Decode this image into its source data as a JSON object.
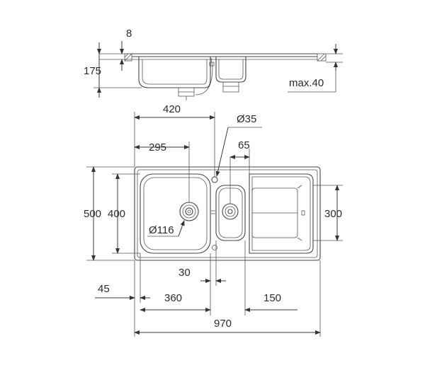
{
  "drawing": {
    "side_view": {
      "thickness_label": "8",
      "depth_label": "175",
      "tap_label": "max.40"
    },
    "top_view": {
      "main_bowl_offset_label": "420",
      "tap_hole_label": "Ø35",
      "main_drain_offset_label": "295",
      "half_bowl_width_label": "65",
      "overall_depth_label": "500",
      "bowl_depth_label": "400",
      "drainer_depth_label": "300",
      "waste_label": "Ø116",
      "gap_label": "30",
      "margin_label": "45",
      "main_bowl_width_label": "360",
      "drainer_gap_label": "150",
      "overall_width_label": "970"
    }
  }
}
